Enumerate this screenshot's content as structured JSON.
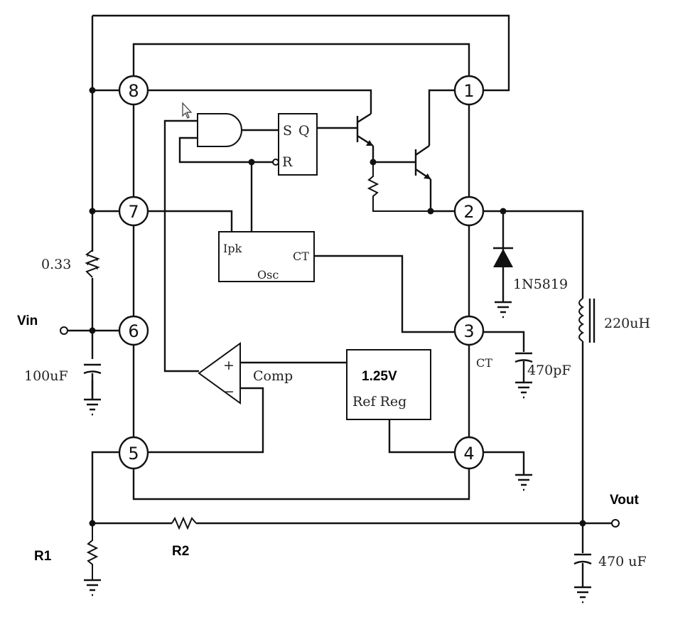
{
  "pins": [
    "8",
    "1",
    "7",
    "2",
    "6",
    "3",
    "5",
    "4"
  ],
  "labels": {
    "vin": "Vin",
    "vout": "Vout",
    "r1": "R1",
    "r2": "R2",
    "ref_voltage": "1.25V",
    "ref_block": "Ref Reg",
    "comp": "Comp",
    "comp_plus": "+",
    "comp_minus": "−",
    "osc_ipk": "Ipk",
    "osc_ct": "CT",
    "osc_name": "Osc",
    "latch_s": "S",
    "latch_q": "Q",
    "latch_r": "R",
    "ct_pin": "CT"
  },
  "components": {
    "sense_resistor": "0.33",
    "input_cap": "100uF",
    "timing_cap": "470pF",
    "diode": "1N5819",
    "inductor": "220uH",
    "output_cap": "470 uF"
  }
}
